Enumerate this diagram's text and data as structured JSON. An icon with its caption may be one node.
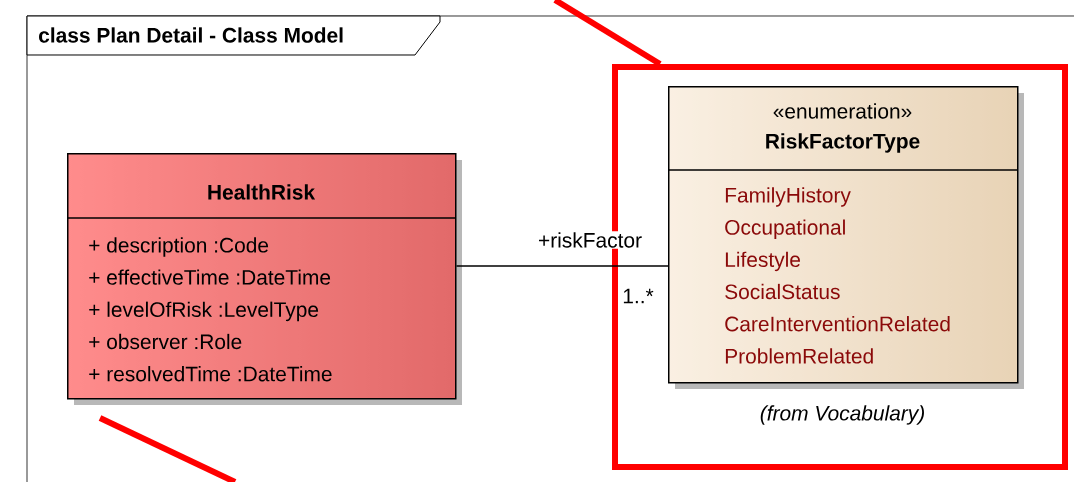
{
  "diagram": {
    "title": "class Plan Detail - Class Model",
    "nodes": [
      {
        "text": [
          "HealthRisk",
          "+ description :Code",
          "+ effectiveTime :DateTime",
          "+ levelOfRisk :LevelType",
          "+ observer :Role",
          "+ resolvedTime :DateTime"
        ]
      },
      {
        "text": [],
        "shape": "box"
      },
      {
        "text": [
          "«enumeration»",
          "RiskFactorType",
          "FamilyHistory",
          "Occupational",
          "Lifestyle",
          "SocialStatus",
          "CareInterventionRelated",
          "ProblemRelated"
        ],
        "beside": [
          "(from Vocabulary)"
        ],
        "in": 1
      }
    ],
    "edges": [
      {
        "from": 0,
        "to": 2,
        "arrow": "none",
        "label": "+riskFactor"
      },
      {
        "from": null,
        "to": 1,
        "arrow": "none",
        "style": "thick",
        "color": "#ff0000"
      }
    ],
    "labels": [
      "1..*"
    ]
  }
}
